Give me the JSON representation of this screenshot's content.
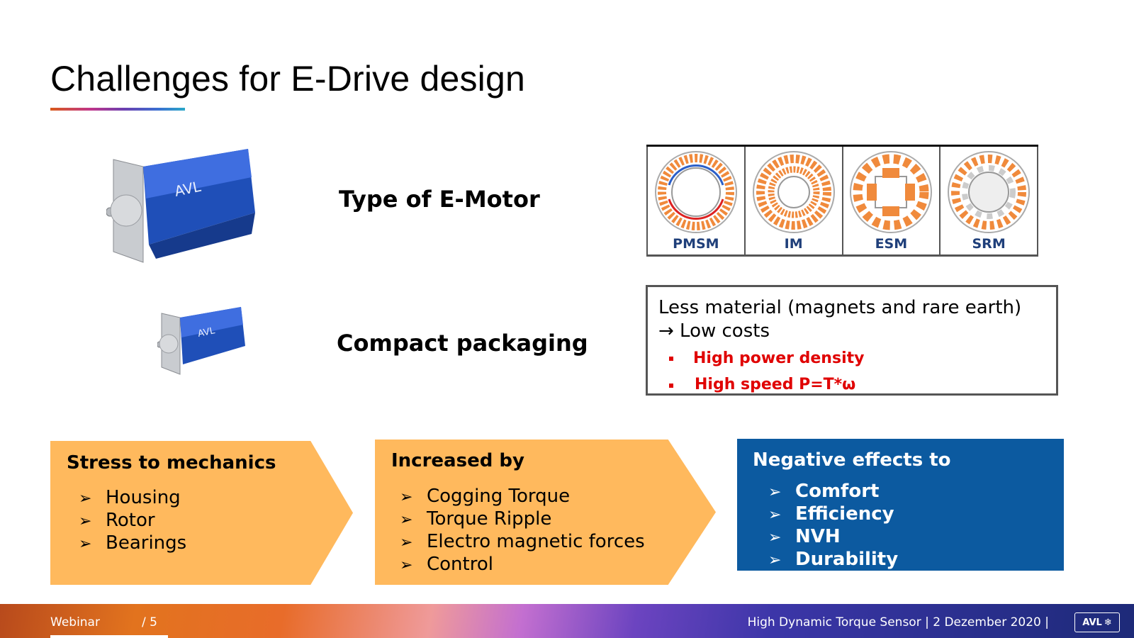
{
  "title": "Challenges for E-Drive design",
  "headings": {
    "type_of_motor": "Type of E-Motor",
    "compact_packaging": "Compact packaging"
  },
  "motor_images": {
    "big_logo_text": "AVL",
    "small_logo_text": "AVL"
  },
  "motor_types": [
    "PMSM",
    "IM",
    "ESM",
    "SRM"
  ],
  "info_box": {
    "line1": "Less material (magnets and rare earth)",
    "line2": "→ Low costs",
    "bullets": [
      "High power density",
      "High speed P=T*ω"
    ]
  },
  "stress_box": {
    "title": "Stress to mechanics",
    "items": [
      "Housing",
      "Rotor",
      "Bearings"
    ]
  },
  "increased_box": {
    "title": "Increased by",
    "items": [
      "Cogging Torque",
      "Torque Ripple",
      "Electro magnetic forces",
      "Control"
    ]
  },
  "negative_box": {
    "title": "Negative effects to",
    "items": [
      "Comfort",
      "Efficiency",
      "NVH",
      "Durability"
    ]
  },
  "footer": {
    "left": "Webinar",
    "page": "/ 5",
    "right": "High Dynamic Torque Sensor | 2 Dezember 2020 |",
    "logo": "AVL"
  },
  "colors": {
    "chevron": "#ffb95d",
    "blue_box": "#0c5aa0",
    "highlight_red": "#e00000",
    "motor_label": "#1f3f7a",
    "stator_orange": "#f08a3c"
  },
  "icons": {
    "list_bullet": "arrow-bullet-icon",
    "red_bullet": "square-bullet-icon",
    "logo": "avl-logo-icon"
  }
}
